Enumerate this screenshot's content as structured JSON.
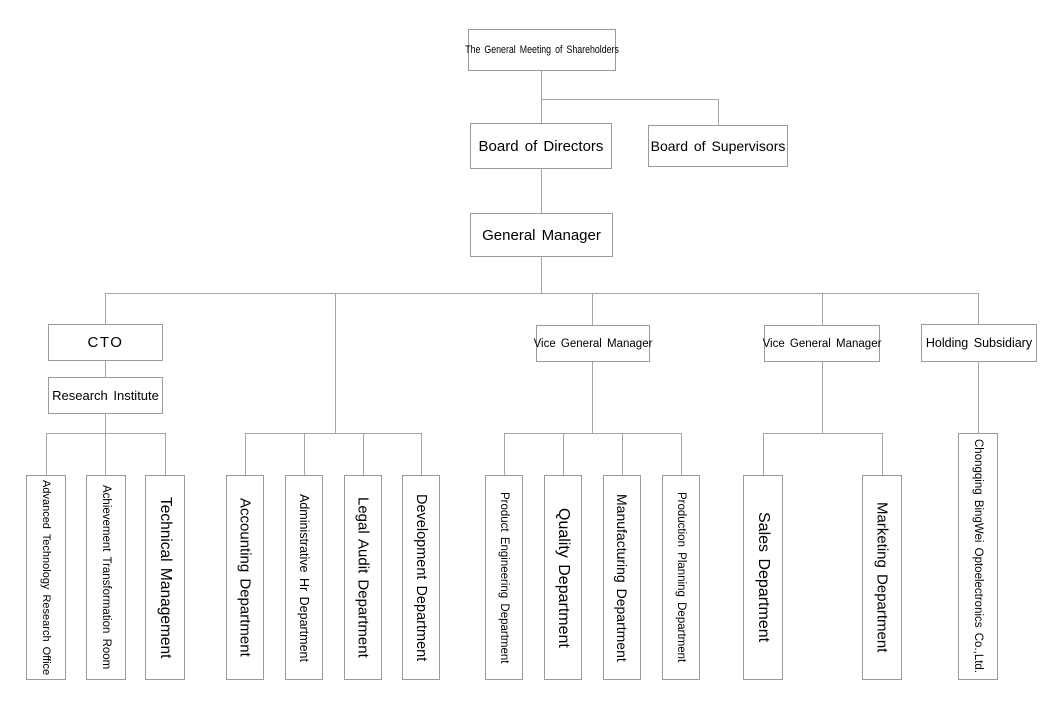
{
  "org_chart": {
    "nodes": {
      "shareholders": {
        "label": "The General Meeting of Shareholders"
      },
      "board_of_directors": {
        "label": "Board of Directors"
      },
      "board_of_supervisors": {
        "label": "Board of Supervisors"
      },
      "general_manager": {
        "label": "General Manager"
      },
      "cto": {
        "label": "CTO"
      },
      "research_institute": {
        "label": "Research Institute"
      },
      "vice_general_manager_1": {
        "label": "Vice General Manager"
      },
      "vice_general_manager_2": {
        "label": "Vice General Manager"
      },
      "holding_subsidiary": {
        "label": "Holding Subsidiary"
      },
      "advanced_technology_research_office": {
        "label": "Advanced Technology Research Office"
      },
      "achievement_transformation_room": {
        "label": "Achievement Transformation Room"
      },
      "technical_management": {
        "label": "Technical Management"
      },
      "accounting_department": {
        "label": "Accounting Department"
      },
      "administrative_hr_department": {
        "label": "Administrative Hr Department"
      },
      "legal_audit_department": {
        "label": "Legal Audit Department"
      },
      "development_department": {
        "label": "Development Department"
      },
      "product_engineering_department": {
        "label": "Product Engineering Department"
      },
      "quality_department": {
        "label": "Quality Department"
      },
      "manufacturing_department": {
        "label": "Manufacturing Department"
      },
      "production_planning_department": {
        "label": "Production Planning Department"
      },
      "sales_department": {
        "label": "Sales Department"
      },
      "marketing_department": {
        "label": "Marketing Department"
      },
      "chongqing_bingwei": {
        "label": "Chongqing BingWei Optoelectronics Co.,Ltd."
      }
    }
  },
  "colors": {
    "box_border": "#9b9b9b",
    "connector_line": "#a6a6a6",
    "text": "#000000",
    "background": "#ffffff"
  }
}
